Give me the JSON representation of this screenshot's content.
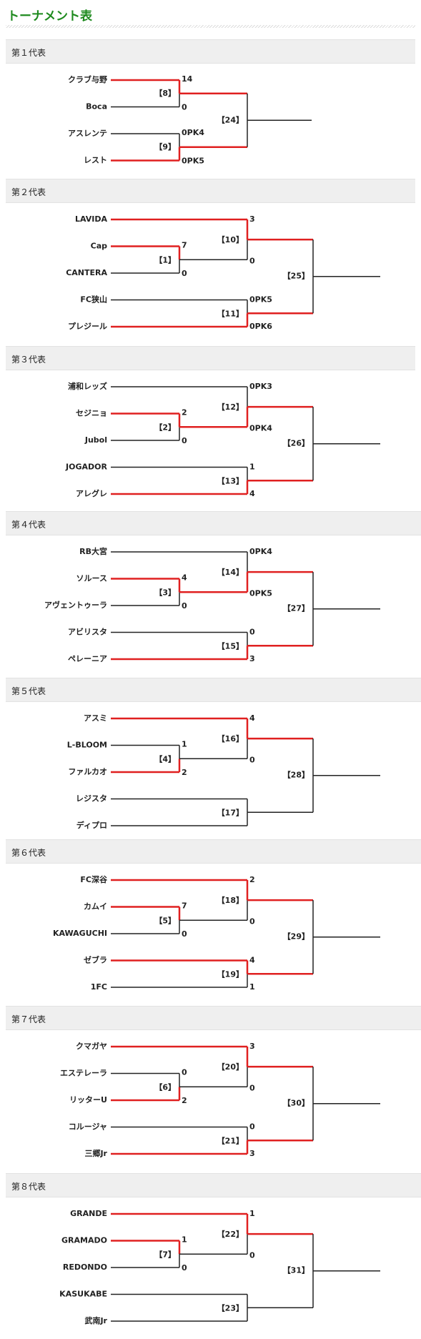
{
  "page": {
    "title": "トーナメント表"
  },
  "colors": {
    "winner_line": "#e02020",
    "loser_line": "#222222",
    "title": "#1e8a1e",
    "header_bg": "#efefef"
  },
  "blocks": [
    {
      "label": "第１代表",
      "rows": [
        {
          "type": "pair",
          "top": {
            "name": "クラブ与野",
            "score": "14",
            "win": true
          },
          "bottom": {
            "name": "Boca",
            "score": "0",
            "win": false
          },
          "match": "【8】"
        },
        {
          "type": "pair",
          "top": {
            "name": "アスレンテ",
            "score": "0PK4",
            "win": false
          },
          "bottom": {
            "name": "レスト",
            "score": "0PK5",
            "win": true
          },
          "match": "【9】"
        }
      ],
      "final": {
        "match": "【24】",
        "top_score": "",
        "bottom_score": "",
        "decided": false
      }
    },
    {
      "label": "第２代表",
      "rows": [
        {
          "type": "seed",
          "name": "LAVIDA",
          "win": true
        },
        {
          "type": "pair",
          "top": {
            "name": "Cap",
            "score": "7",
            "win": true
          },
          "bottom": {
            "name": "CANTERA",
            "score": "0",
            "win": false
          },
          "match": "【1】"
        },
        {
          "type": "seed",
          "name": "FC狭山",
          "win": false
        },
        {
          "type": "seed",
          "name": "プレジール",
          "win": true
        }
      ],
      "semis": [
        {
          "match": "【10】",
          "top_score": "3",
          "bottom_score": "0",
          "winner": "top"
        },
        {
          "match": "【11】",
          "top_score": "0PK5",
          "bottom_score": "0PK6",
          "winner": "bottom"
        }
      ],
      "final": {
        "match": "【25】"
      }
    },
    {
      "label": "第３代表",
      "rows": [
        {
          "type": "seed",
          "name": "浦和レッズ",
          "win": false
        },
        {
          "type": "pair",
          "top": {
            "name": "セジニョ",
            "score": "2",
            "win": true
          },
          "bottom": {
            "name": "Jubol",
            "score": "0",
            "win": false
          },
          "match": "【2】"
        },
        {
          "type": "seed",
          "name": "JOGADOR",
          "win": false
        },
        {
          "type": "seed",
          "name": "アレグレ",
          "win": true
        }
      ],
      "semis": [
        {
          "match": "【12】",
          "top_score": "0PK3",
          "bottom_score": "0PK4",
          "winner": "bottom"
        },
        {
          "match": "【13】",
          "top_score": "1",
          "bottom_score": "4",
          "winner": "bottom"
        }
      ],
      "final": {
        "match": "【26】"
      }
    },
    {
      "label": "第４代表",
      "rows": [
        {
          "type": "seed",
          "name": "RB大宮",
          "win": false
        },
        {
          "type": "pair",
          "top": {
            "name": "ソルース",
            "score": "4",
            "win": true
          },
          "bottom": {
            "name": "アヴェントゥーラ",
            "score": "0",
            "win": false
          },
          "match": "【3】"
        },
        {
          "type": "seed",
          "name": "アビリスタ",
          "win": false
        },
        {
          "type": "seed",
          "name": "ペレーニア",
          "win": true
        }
      ],
      "semis": [
        {
          "match": "【14】",
          "top_score": "0PK4",
          "bottom_score": "0PK5",
          "winner": "bottom"
        },
        {
          "match": "【15】",
          "top_score": "0",
          "bottom_score": "3",
          "winner": "bottom"
        }
      ],
      "final": {
        "match": "【27】"
      }
    },
    {
      "label": "第５代表",
      "rows": [
        {
          "type": "seed",
          "name": "アスミ",
          "win": true
        },
        {
          "type": "pair",
          "top": {
            "name": "L-BLOOM",
            "score": "1",
            "win": false
          },
          "bottom": {
            "name": "ファルカオ",
            "score": "2",
            "win": true
          },
          "match": "【4】"
        },
        {
          "type": "seed",
          "name": "レジスタ",
          "win": false
        },
        {
          "type": "seed",
          "name": "ディプロ",
          "win": false
        }
      ],
      "semis": [
        {
          "match": "【16】",
          "top_score": "4",
          "bottom_score": "0",
          "winner": "top"
        },
        {
          "match": "【17】",
          "top_score": "",
          "bottom_score": "",
          "winner": "none"
        }
      ],
      "final": {
        "match": "【28】"
      }
    },
    {
      "label": "第６代表",
      "rows": [
        {
          "type": "seed",
          "name": "FC深谷",
          "win": true
        },
        {
          "type": "pair",
          "top": {
            "name": "カムイ",
            "score": "7",
            "win": true
          },
          "bottom": {
            "name": "KAWAGUCHI",
            "score": "0",
            "win": false
          },
          "match": "【5】"
        },
        {
          "type": "seed",
          "name": "ゼブラ",
          "win": true
        },
        {
          "type": "seed",
          "name": "1FC",
          "win": false
        }
      ],
      "semis": [
        {
          "match": "【18】",
          "top_score": "2",
          "bottom_score": "0",
          "winner": "top"
        },
        {
          "match": "【19】",
          "top_score": "4",
          "bottom_score": "1",
          "winner": "top"
        }
      ],
      "final": {
        "match": "【29】"
      }
    },
    {
      "label": "第７代表",
      "rows": [
        {
          "type": "seed",
          "name": "クマガヤ",
          "win": true
        },
        {
          "type": "pair",
          "top": {
            "name": "エステレーラ",
            "score": "0",
            "win": false
          },
          "bottom": {
            "name": "リッターU",
            "score": "2",
            "win": true
          },
          "match": "【6】"
        },
        {
          "type": "seed",
          "name": "コルージャ",
          "win": false
        },
        {
          "type": "seed",
          "name": "三郷Jr",
          "win": true
        }
      ],
      "semis": [
        {
          "match": "【20】",
          "top_score": "3",
          "bottom_score": "0",
          "winner": "top"
        },
        {
          "match": "【21】",
          "top_score": "0",
          "bottom_score": "3",
          "winner": "bottom"
        }
      ],
      "final": {
        "match": "【30】"
      }
    },
    {
      "label": "第８代表",
      "rows": [
        {
          "type": "seed",
          "name": "GRANDE",
          "win": true
        },
        {
          "type": "pair",
          "top": {
            "name": "GRAMADO",
            "score": "1",
            "win": true
          },
          "bottom": {
            "name": "REDONDO",
            "score": "0",
            "win": false
          },
          "match": "【7】"
        },
        {
          "type": "seed",
          "name": "KASUKABE",
          "win": false
        },
        {
          "type": "seed",
          "name": "武南Jr",
          "win": false
        }
      ],
      "semis": [
        {
          "match": "【22】",
          "top_score": "1",
          "bottom_score": "0",
          "winner": "top"
        },
        {
          "match": "【23】",
          "top_score": "",
          "bottom_score": "",
          "winner": "none"
        }
      ],
      "final": {
        "match": "【31】"
      }
    }
  ]
}
